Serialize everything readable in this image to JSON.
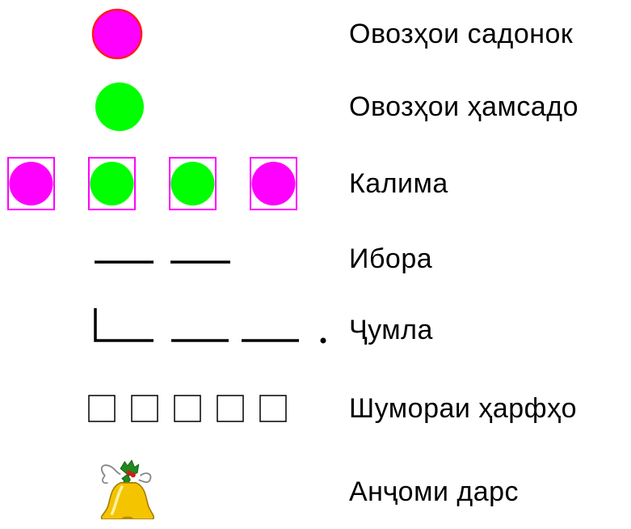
{
  "legend": {
    "items": [
      {
        "key": "vowel",
        "label": "Овозҳои садонок",
        "symbol": "magenta-circle"
      },
      {
        "key": "consonant",
        "label": "Овозҳои ҳамсадо",
        "symbol": "green-circle"
      },
      {
        "key": "word",
        "label": "Калима",
        "symbol": "boxed-circles"
      },
      {
        "key": "phrase",
        "label": "Ибора",
        "symbol": "two-dashes"
      },
      {
        "key": "sentence",
        "label": "Ҷумла",
        "symbol": "sentence-scheme"
      },
      {
        "key": "letter-count",
        "label": "Шумораи ҳарфҳо",
        "symbol": "five-squares"
      },
      {
        "key": "lesson-end",
        "label": "Анҷоми дарс",
        "symbol": "bell-icon"
      }
    ]
  },
  "colors": {
    "vowel": "#ff00ff",
    "vowel_outline": "#ff1a1a",
    "consonant": "#00ff00",
    "word_box": "#ff00ff",
    "line": "#000000",
    "bell_gold": "#f5c400",
    "bell_leaf": "#1f8a1f"
  },
  "word_scheme": [
    "vowel",
    "consonant",
    "consonant",
    "vowel"
  ],
  "letter_count_squares": 5
}
